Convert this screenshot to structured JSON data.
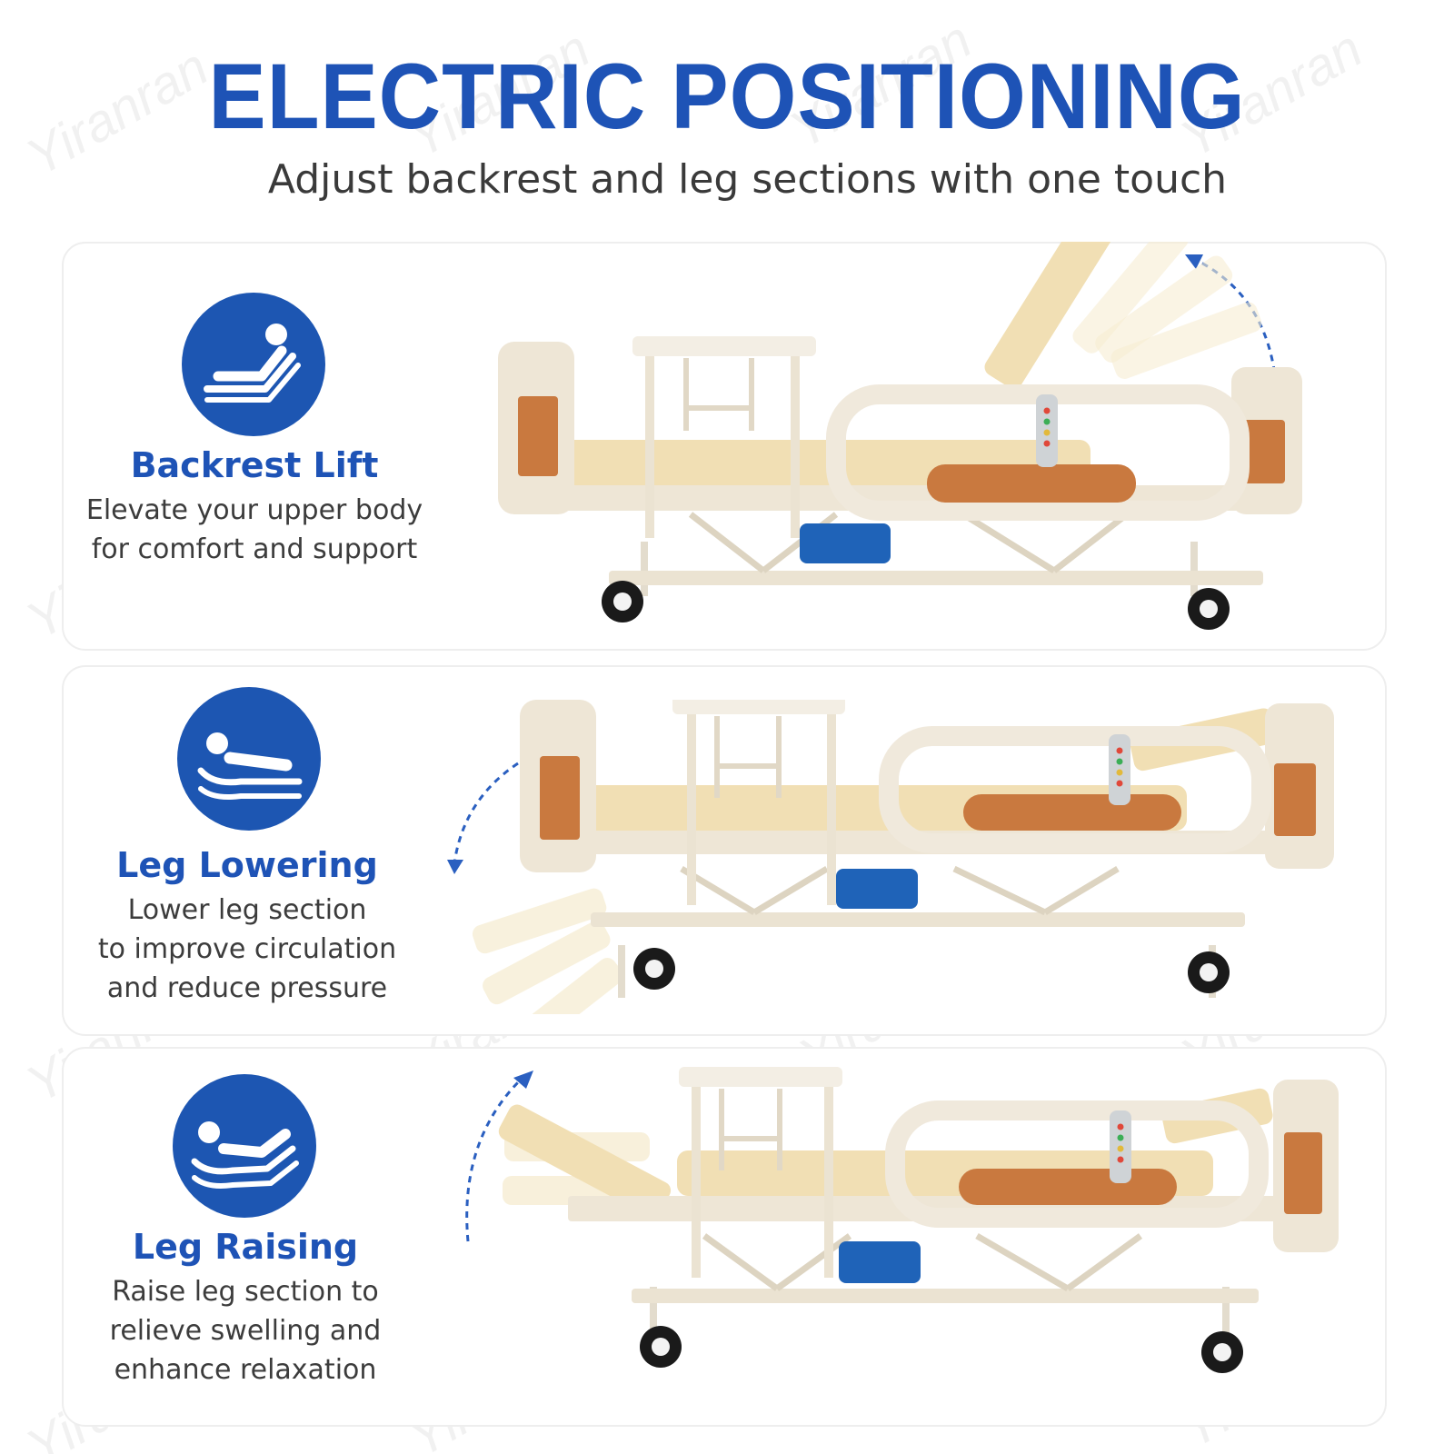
{
  "brand_watermark": "Yiranran",
  "headline": "ELECTRIC POSITIONING",
  "subheadline": "Adjust backrest and leg sections with one touch",
  "features": [
    {
      "icon": "person-reclining-icon",
      "title": "Backrest Lift",
      "desc_lines": [
        "Elevate your upper body",
        "for comfort and support"
      ]
    },
    {
      "icon": "person-lying-flat-icon",
      "title": "Leg Lowering",
      "desc_lines": [
        "Lower leg section",
        "to improve circulation",
        "and reduce pressure"
      ]
    },
    {
      "icon": "person-lying-legs-raised-icon",
      "title": "Leg Raising",
      "desc_lines": [
        "Raise leg section to",
        "relieve swelling and",
        "enhance relaxation"
      ]
    }
  ],
  "colors": {
    "brand_blue": "#1e53b6",
    "icon_circle": "#1d56b2",
    "mattress": "#f1dfb4",
    "frame": "#eee6d6",
    "wood_panel": "#c9793f",
    "basin": "#1f63b8",
    "caster": "#1a1a1a"
  }
}
